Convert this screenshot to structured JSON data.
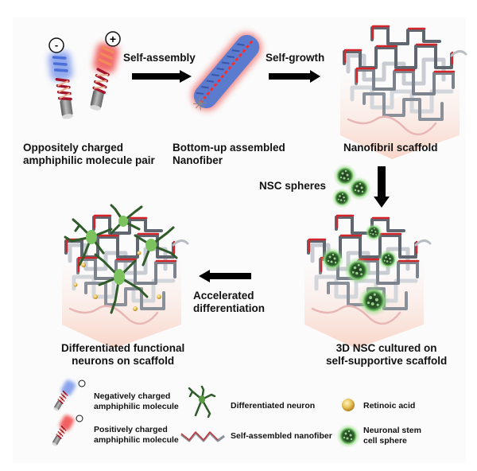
{
  "steps": {
    "molecule_pair": {
      "line1": "Oppositely charged",
      "line2": "amphiphilic molecule pair",
      "neg_symbol": "-",
      "pos_symbol": "+"
    },
    "nanofiber": {
      "line1": "Bottom-up assembled",
      "line2": "Nanofiber"
    },
    "scaffold": {
      "line1": "Nanofibril scaffold"
    },
    "nsc_cultured": {
      "line1": "3D NSC cultured on",
      "line2": "self-supportive scaffold"
    },
    "neurons": {
      "line1": "Differentiated functional",
      "line2": "neurons on scaffold"
    }
  },
  "arrows": {
    "self_assembly": "Self-assembly",
    "self_growth": "Self-growth",
    "nsc_spheres": "NSC spheres",
    "accelerated_line1": "Accelerated",
    "accelerated_line2": "differentiation"
  },
  "legend": {
    "items": [
      {
        "icon": "negative-molecule-icon",
        "line1": "Negatively charged",
        "line2": "amphiphilic molecule"
      },
      {
        "icon": "positive-molecule-icon",
        "line1": "Positively charged",
        "line2": "amphiphilic molecule"
      },
      {
        "icon": "neuron-icon",
        "line1": "Differentiated neuron"
      },
      {
        "icon": "nanofiber-icon",
        "line1": "Self-assembled nanofiber"
      },
      {
        "icon": "retinoic-acid-icon",
        "line1": "Retinoic acid"
      },
      {
        "icon": "nsc-sphere-icon",
        "line1": "Neuronal stem",
        "line2": "cell sphere"
      }
    ]
  },
  "colors": {
    "negative_blue": "#4a6fd8",
    "positive_red": "#e8302e",
    "fiber_red": "#d4262a",
    "fiber_gray": "#5f6670",
    "neuron_green": "#2f5a2a",
    "sphere_green": "#3f8a3a",
    "retinoic_yellow": "#e5b94a",
    "arrow": "#000000"
  }
}
